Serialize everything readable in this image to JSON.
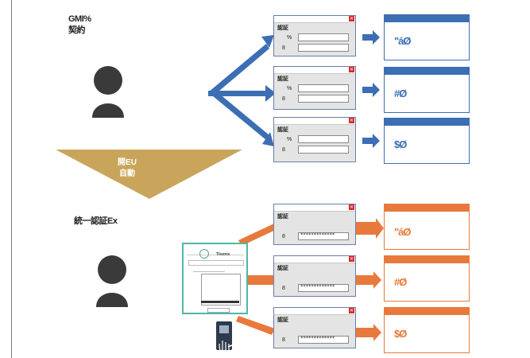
{
  "labels": {
    "top_user": "GMI%\n契約",
    "triangle": "開EU\n自動",
    "bottom_user": "統一認証Ex"
  },
  "dialog": {
    "title": "認証",
    "row1_label": "%",
    "row2_label": "8",
    "password_mask": "*************"
  },
  "result_labels": [
    "\"áØ",
    "#Ø",
    "$Ø"
  ],
  "colors": {
    "blue": "#3c6eb4",
    "orange": "#e8793c",
    "gold": "#c9a55c",
    "person": "#3a3a3a",
    "teal_frame": "#4fb7a4"
  },
  "screenshot": {
    "theme": "Themis"
  }
}
